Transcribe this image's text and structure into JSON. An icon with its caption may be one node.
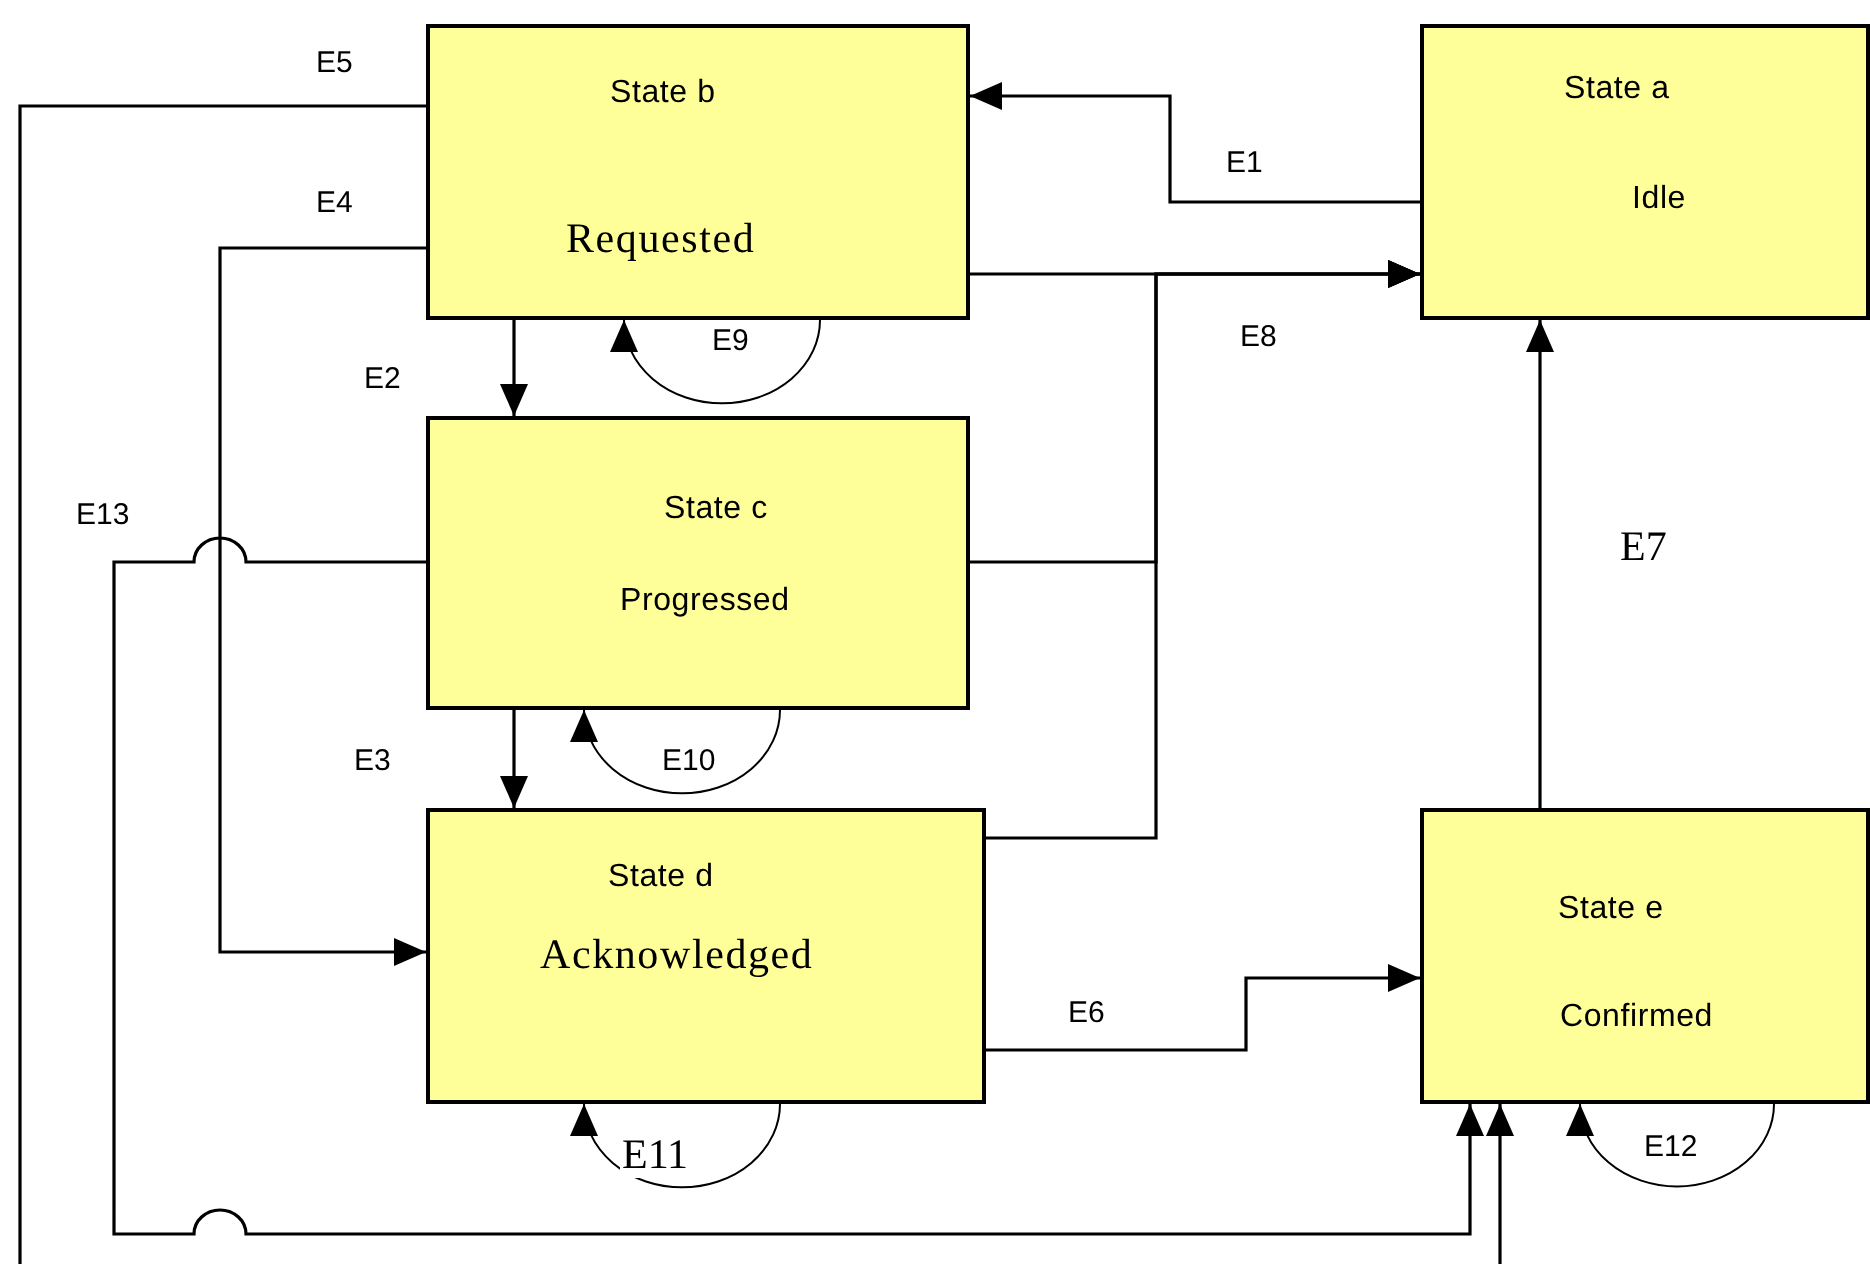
{
  "diagram": {
    "nodes": [
      {
        "text": [
          "State a",
          "Idle"
        ]
      },
      {
        "text": [
          "State b",
          "Requested"
        ]
      },
      {
        "text": [
          "State c",
          "Progressed"
        ]
      },
      {
        "text": [
          "State d",
          "Acknowledged"
        ]
      },
      {
        "text": [
          "State e",
          "Confirmed"
        ]
      }
    ],
    "edges": [
      {
        "from": 0,
        "to": 1,
        "arrow": "to",
        "label": "E1"
      },
      {
        "from": 1,
        "to": 2,
        "arrow": "to",
        "label": "E2"
      },
      {
        "from": 2,
        "to": 3,
        "arrow": "to",
        "label": "E3"
      },
      {
        "from": 1,
        "to": 3,
        "arrow": "to",
        "label": "E4"
      },
      {
        "from": 1,
        "to": null,
        "arrow": "none",
        "label": "E5"
      },
      {
        "from": null,
        "to": 4,
        "arrow": "to"
      },
      {
        "from": 3,
        "to": 4,
        "arrow": "to",
        "label": "E6"
      },
      {
        "from": 4,
        "to": 0,
        "arrow": "to",
        "label": "E7"
      },
      {
        "from": 1,
        "to": 0,
        "arrow": "to",
        "label": "E8"
      },
      {
        "from": 2,
        "to": 0,
        "arrow": "to"
      },
      {
        "from": 3,
        "to": 0,
        "arrow": "to"
      },
      {
        "from": 1,
        "to": 1,
        "arrow": "to",
        "label": "E9"
      },
      {
        "from": 2,
        "to": 2,
        "arrow": "to",
        "label": "E10"
      },
      {
        "from": 3,
        "to": 3,
        "arrow": "to",
        "label": "E11"
      },
      {
        "from": 4,
        "to": 4,
        "arrow": "to",
        "label": "E12"
      },
      {
        "from": 2,
        "to": 4,
        "arrow": "to",
        "label": "E13"
      }
    ]
  }
}
